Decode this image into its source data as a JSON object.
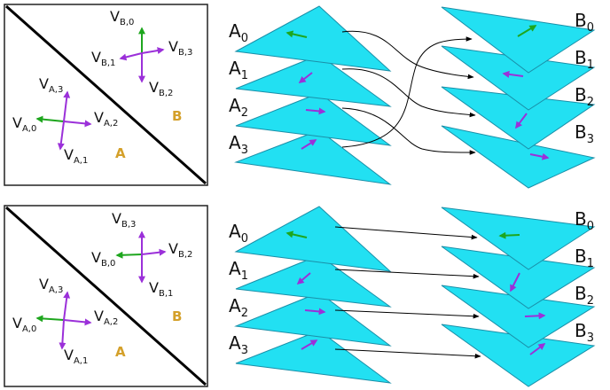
{
  "colors": {
    "triangle_fill": "#22e0f2",
    "triangle_stroke": "#1a8fa8",
    "purple_arrow": "#9b30d9",
    "green_arrow": "#1ea61e",
    "region_label": "#d4a02a"
  },
  "panels": [
    {
      "region_a": "A",
      "region_b": "B",
      "vec_a": [
        {
          "base": "V",
          "sub": "A,0"
        },
        {
          "base": "V",
          "sub": "A,1"
        },
        {
          "base": "V",
          "sub": "A,2"
        },
        {
          "base": "V",
          "sub": "A,3"
        }
      ],
      "vec_b": [
        {
          "base": "V",
          "sub": "B,0"
        },
        {
          "base": "V",
          "sub": "B,1"
        },
        {
          "base": "V",
          "sub": "B,2"
        },
        {
          "base": "V",
          "sub": "B,3"
        }
      ],
      "left_stack": [
        {
          "base": "A",
          "sub": "0"
        },
        {
          "base": "A",
          "sub": "1"
        },
        {
          "base": "A",
          "sub": "2"
        },
        {
          "base": "A",
          "sub": "3"
        }
      ],
      "right_stack": [
        {
          "base": "B",
          "sub": "0"
        },
        {
          "base": "B",
          "sub": "1"
        },
        {
          "base": "B",
          "sub": "2"
        },
        {
          "base": "B",
          "sub": "3"
        }
      ],
      "mapping": [
        "A0→B1",
        "A1→B2",
        "A2→B3",
        "A3→B0"
      ]
    },
    {
      "region_a": "A",
      "region_b": "B",
      "vec_a": [
        {
          "base": "V",
          "sub": "A,0"
        },
        {
          "base": "V",
          "sub": "A,1"
        },
        {
          "base": "V",
          "sub": "A,2"
        },
        {
          "base": "V",
          "sub": "A,3"
        }
      ],
      "vec_b": [
        {
          "base": "V",
          "sub": "B,0"
        },
        {
          "base": "V",
          "sub": "B,1"
        },
        {
          "base": "V",
          "sub": "B,2"
        },
        {
          "base": "V",
          "sub": "B,3"
        }
      ],
      "left_stack": [
        {
          "base": "A",
          "sub": "0"
        },
        {
          "base": "A",
          "sub": "1"
        },
        {
          "base": "A",
          "sub": "2"
        },
        {
          "base": "A",
          "sub": "3"
        }
      ],
      "right_stack": [
        {
          "base": "B",
          "sub": "0"
        },
        {
          "base": "B",
          "sub": "1"
        },
        {
          "base": "B",
          "sub": "2"
        },
        {
          "base": "B",
          "sub": "3"
        }
      ],
      "mapping": [
        "A0→B0",
        "A1→B1",
        "A2→B2",
        "A3→B3"
      ]
    }
  ]
}
